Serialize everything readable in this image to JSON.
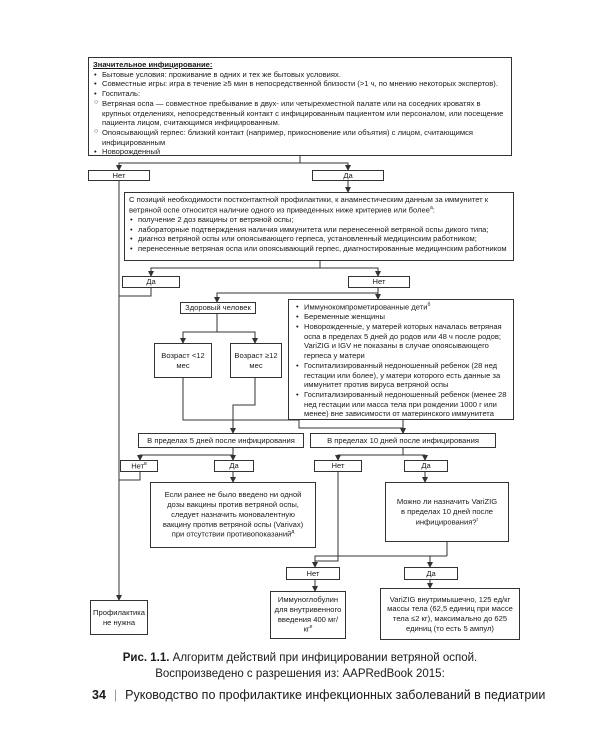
{
  "diagram": {
    "top": {
      "title": "Значительное инфицирование:",
      "items": [
        {
          "marker": "bullet",
          "text": "Бытовые условия: проживание в одних и тех же бытовых условиях."
        },
        {
          "marker": "bullet",
          "text": "Совместные игры: игра в течение ≥5 мин в непосредственной близости (>1 ч, по мнению некоторых экспертов)."
        },
        {
          "marker": "bullet",
          "text": "Госпиталь:"
        },
        {
          "marker": "ring",
          "text": "Ветряная оспа — совместное пребывание в двух- или четырехместной палате или на соседних кроватях в крупных отделениях, непосредственный контакт с инфицированным пациентом или персоналом, или посещение пациента лицом, считающимся инфицированным."
        },
        {
          "marker": "ring",
          "text": "Опоясывающий герпес: близкий контакт (например, прикосновение или объятия) с лицом, считающимся инфицированным"
        },
        {
          "marker": "bullet",
          "text": "Новорожденный"
        }
      ]
    },
    "no_1": "Нет",
    "yes_1": "Да",
    "criteria": {
      "intro": "С позиций необходимости постконтактной профилактики, к анамнестическим данным за иммунитет к ветряной оспе относится наличие одного из приведенных ниже критериев или более",
      "intro_sup": "а",
      "intro_end": ":",
      "items": [
        "получение 2 доз вакцины от ветряной оспы;",
        "лабораторные подтверждения наличия иммунитета или перенесенной ветряной оспы дикого типа;",
        "диагноз ветряной оспы или опоясывающего герпеса, установленный медицинским работником;",
        "перенесенные ветряная оспа или опоясывающий герпес, диагностированные медицинским работником"
      ]
    },
    "yes_2": "Да",
    "no_2": "Нет",
    "healthy": "Здоровый человек",
    "age_lt12": "Возраст <12 мес",
    "age_ge12": "Возраст ≥12 мес",
    "risk_group": {
      "items": [
        "Иммунокомпрометированные дети",
        "Беременные женщины",
        "Новорожденные, у матерей которых началась ветряная оспа в пределах 5 дней до родов или 48 ч после родов; VariZIG и IGV не показаны в случае опоясывающего герпеса у матери",
        "Госпитализированный недоношенный ребенок (28 нед гестации или более), у матери которого есть данные за иммунитет против вируса ветряной оспы",
        "Госпитализированный недоношенный ребенок (менее 28 нед гестации или масса тела при рождении 1000 г или менее) вне зависимости от материнского иммунитета"
      ],
      "first_sup": "б"
    },
    "within5": "В пределах 5 дней после инфицирования",
    "within10": "В пределах 10 дней после инфицирования",
    "no_3": "Нет",
    "no_3_sup": "в",
    "yes_3": "Да",
    "no_4": "Нет",
    "yes_4": "Да",
    "vaccine": "Если ранее не было введено ни одной дозы вакцины против ветряной оспы, следует назначить моновалентную вакцину против ветряной оспы (Varivax) при отсутствии противопоказаний",
    "vaccine_sup": "д",
    "varizig_question": "Можно ли назначить VariZIG в пределах 10 дней после инфицирования?",
    "varizig_question_sup": "г",
    "no_5": "Нет",
    "yes_5": "Да",
    "no_prophylaxis": "Профилактика не нужна",
    "ivig": "Иммуноглобулин для внутривенного введения 400 мг/кг",
    "ivig_sup": "е",
    "varizig_dose": "VariZIG внутримышечно, 125 ед/кг массы тела (62,5 единиц при массе тела ≤2 кг), максимально до 625 единиц (то есть 5 ампул)"
  },
  "caption": {
    "label": "Рис. 1.1.",
    "text": " Алгоритм действий при инфицировании ветряной оспой.",
    "line2": "Воспроизведено с разрешения из: AAPRedBook 2015:"
  },
  "footer": {
    "page_number": "34",
    "separator": "|",
    "book_title": "Руководство по профилактике инфекционных заболеваний в педиатрии"
  }
}
